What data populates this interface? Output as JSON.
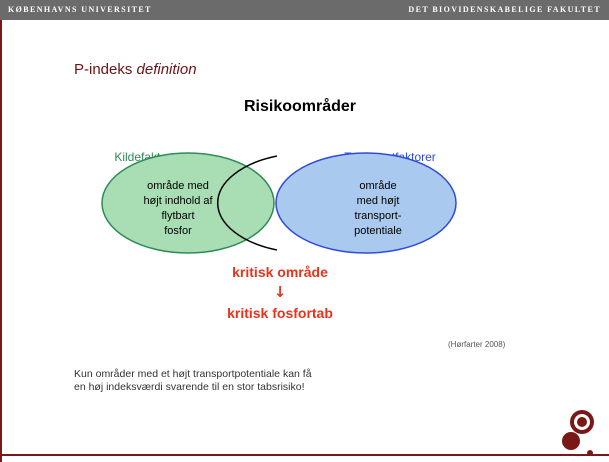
{
  "header": {
    "university": "KØBENHAVNS UNIVERSITET",
    "faculty": "DET BIOVIDENSKABELIGE FAKULTET"
  },
  "slide": {
    "title_prefix": "P-indeks",
    "title_emphasis": "definition"
  },
  "diagram": {
    "heading": "Risikoområder",
    "left_label": "Kildefaktorer",
    "right_label": "Transportfaktorer",
    "left_text": [
      "område med",
      "højt indhold af",
      "flytbart",
      "fosfor"
    ],
    "right_text": [
      "område",
      "med højt",
      "transport-",
      "potentiale"
    ],
    "critical_area": "kritisk område",
    "arrow": "↓",
    "critical_loss": "kritisk fosfortab",
    "colors": {
      "left_fill": "#a9ddb4",
      "left_stroke": "#2e8b57",
      "right_fill": "#a9c9ee",
      "right_stroke": "#2e4bd9",
      "overlap": "#ee0000",
      "critical": "#e8331c"
    }
  },
  "citation": "(Hørfarter 2008)",
  "body": {
    "line1": "Kun områder med et højt transportpotentiale kan få",
    "line2": "en høj indeksværdi svarende til en stor tabsrisiko!"
  }
}
